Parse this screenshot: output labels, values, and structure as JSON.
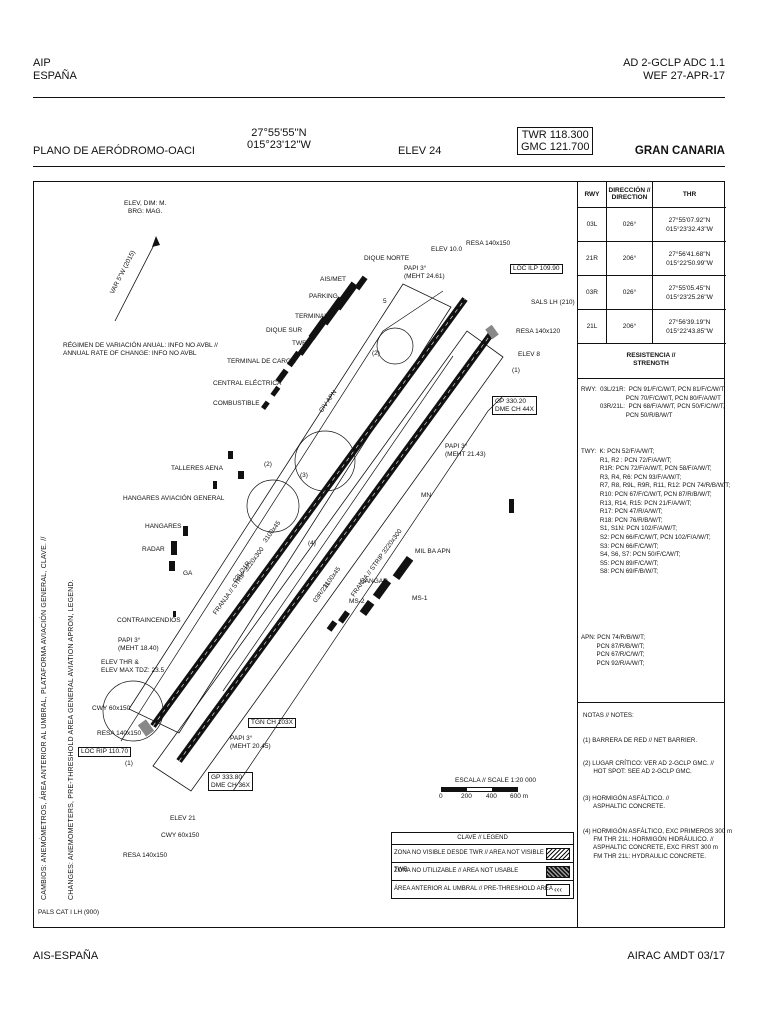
{
  "header": {
    "left_line1": "AIP",
    "left_line2": "ESPAÑA",
    "right_line1": "AD 2-GCLP ADC 1.1",
    "right_line2": "WEF 27-APR-17"
  },
  "title_row": {
    "chart_name": "PLANO DE AERÓDROMO-OACI",
    "lat": "27°55'55''N",
    "lon": "015°23'12''W",
    "elev": "ELEV 24",
    "twr": "TWR 118.300",
    "gmc": "GMC 121.700",
    "aerodrome": "GRAN CANARIA"
  },
  "thr_table": {
    "headers": [
      "RWY",
      "DIRECCIÓN // DIRECTION",
      "THR"
    ],
    "rows": [
      {
        "rwy": "03L",
        "dir": "026°",
        "thr1": "27°55'07.92''N",
        "thr2": "015°23'32.43''W"
      },
      {
        "rwy": "21R",
        "dir": "206°",
        "thr1": "27°56'41.68''N",
        "thr2": "015°22'50.99''W"
      },
      {
        "rwy": "03R",
        "dir": "026°",
        "thr1": "27°55'05.45''N",
        "thr2": "015°23'25.26''W"
      },
      {
        "rwy": "21L",
        "dir": "206°",
        "thr1": "27°56'39.19''N",
        "thr2": "015°22'43.85''W"
      }
    ]
  },
  "strength": {
    "title1": "RESISTENCIA //",
    "title2": "STRENGTH",
    "rwy_text": "RWY:  03L/21R:  PCN 91/F/C/W/T, PCN 81/F/C/W/T,\n                          PCN 70/F/C/W/T, PCN 80/F/A/W/T\n           03R/21L:  PCN 68/F/A/W/T, PCN 50/F/C/W/T,\n                          PCN 50/R/B/W/T",
    "twy_text": "TWY:  K: PCN 52/F/A/W/T;\n           R1, R2 : PCN 72/F/A/W/T;\n           R1R: PCN 72/F/A/W/T, PCN 58/F/A/W/T;\n           R3, R4, R6: PCN 93/F/A/W/T;\n           R7, R8, R9L, R9R, R11, R12: PCN 74/R/B/W/T;\n           R10: PCN 67/F/C/W/T, PCN 87/R/B/W/T;\n           R13, R14, R15: PCN 21/F/A/W/T;\n           R17: PCN 47/R/A/W/T;\n           R18: PCN 76/R/B/W/T;\n           S1, S1N: PCN 102/F/A/W/T;\n           S2: PCN 66/F/C/W/T, PCN 102/F/A/W/T;\n           S3: PCN 66/F/C/W/T;\n           S4, S6, S7: PCN 50/F/C/W/T;\n           S5: PCN 89/F/C/W/T;\n           S8: PCN 69/F/B/W/T;",
    "apn_text": "APN: PCN 74/R/B/W/T;\n         PCN 87/R/B/W/T;\n         PCN 67/R/C/W/T;\n         PCN 92/R/A/W/T;"
  },
  "notes": {
    "title": "NOTAS // NOTES:",
    "n1": "(1) BARRERA DE RED // NET BARRIER.",
    "n2": "(2) LUGAR CRÍTICO: VER AD 2-GCLP GMC. //\n      HOT SPOT: SEE AD 2-GCLP GMC.",
    "n3": "(3) HORMIGÓN ASFÁLTICO. //\n      ASPHALTIC CONCRETE.",
    "n4": "(4) HORMIGÓN ASFÁLTICO, EXC PRIMEROS 300 m\n      FM THR 21L: HORMIGÓN HIDRÁULICO. //\n      ASPHALTIC CONCRETE, EXC FIRST 300 m\n      FM THR 21L: HYDRAULIC CONCRETE."
  },
  "legend": {
    "title": "CLAVE // LEGEND",
    "row1": "ZONA NO VISIBLE DESDE TWR // AREA NOT VISIBLE FROM TWR",
    "row2": "ZONA NO UTILIZABLE // AREA NOT USABLE",
    "row3": "ÁREA ANTERIOR AL UMBRAL // PRE-THRESHOLD AREA",
    "row3_symbol": "‹‹‹"
  },
  "scale": {
    "title": "ESCALA // SCALE 1:20 000",
    "t0": "0",
    "t1": "200",
    "t2": "400",
    "t3": "600 m"
  },
  "side_text": {
    "line1": "CAMBIOS: ANEMÓMETROS, ÁREA ANTERIOR AL UMBRAL, PLATAFORMA AVIACIÓN GENERAL, CLAVE. //",
    "line2": "CHANGES: ANEMOMETERS, PRE-THRESHOLD AREA GENERAL AVIATION APRON, LEGEND."
  },
  "map_labels": {
    "elev_dim": "ELEV, DIM: M.\nBRG: MAG.",
    "var": "VAR 5°W (2015)",
    "regimen": "RÉGIMEN DE VARIACIÓN ANUAL: INFO NO AVBL //\nANNUAL RATE OF CHANGE: INFO NO AVBL",
    "dique_norte": "DIQUE NORTE",
    "ais_met": "AIS/MET",
    "parking": "PARKING",
    "terminal": "TERMINAL",
    "dique_sur": "DIQUE SUR",
    "twr": "TWR",
    "terminal_carga": "TERMINAL DE CARGA",
    "central_electrica": "CENTRAL ELÉCTRICA",
    "combustible": "COMBUSTIBLE",
    "talleres": "TALLERES AENA",
    "hangares_ag": "HANGARES AVIACIÓN GENERAL",
    "hangares": "HANGARES",
    "radar": "RADAR",
    "ga": "GA",
    "contraincendios": "CONTRAINCENDIOS",
    "papi_18": "PAPI 3°\n(MEHT 18.40)",
    "elev_thr": "ELEV THR &\nELEV MAX TDZ: 23.5",
    "cwy_03": "CWY 60x150",
    "resa_03": "RESA 140x150",
    "loc_rip": "LOC RIP 110.70",
    "gp_333": "GP 333.80\nDME CH 36X",
    "tgn": "TGN CH 103X",
    "papi_20": "PAPI 3°\n(MEHT 20.45)",
    "elev21": "ELEV 21",
    "cwy_21": "CWY 60x150",
    "resa_21b": "RESA 140x150",
    "pals": "PALS CAT I LH (900)",
    "elev10": "ELEV 10.0",
    "resa_top": "RESA 140x150",
    "loc_ilp": "LOC ILP 109.90",
    "papi_24": "PAPI 3°\n(MEHT 24.61)",
    "sals": "SALS LH (210)",
    "resa_r": "RESA 140x120",
    "elev8": "ELEV 8",
    "gp_330": "GP 330.20\nDME CH 44X",
    "papi_21": "PAPI 3°\n(MEHT 21.43)",
    "mn": "MN",
    "mil": "MIL BA APN",
    "hangar": "HANGAR",
    "ms1": "MS-1",
    "ms2": "MS-2",
    "civ_apn": "CIV APN",
    "rwy_left": "03L/21R",
    "rwy_left_dims": "3100x45",
    "rwy_right": "03R/21L",
    "rwy_right_dims": "3100x45",
    "strip_left": "FRANJA // STRIP 3220x300",
    "strip_right": "FRANJA // STRIP 3220x300",
    "n1a": "(1)",
    "n1b": "(1)",
    "n2a": "(2)",
    "n2b": "(2)",
    "n3a": "(3)",
    "n4a": "(4)",
    "n5": "5"
  },
  "footer": {
    "left": "AIS-ESPAÑA",
    "right": "AIRAC AMDT 03/17"
  }
}
